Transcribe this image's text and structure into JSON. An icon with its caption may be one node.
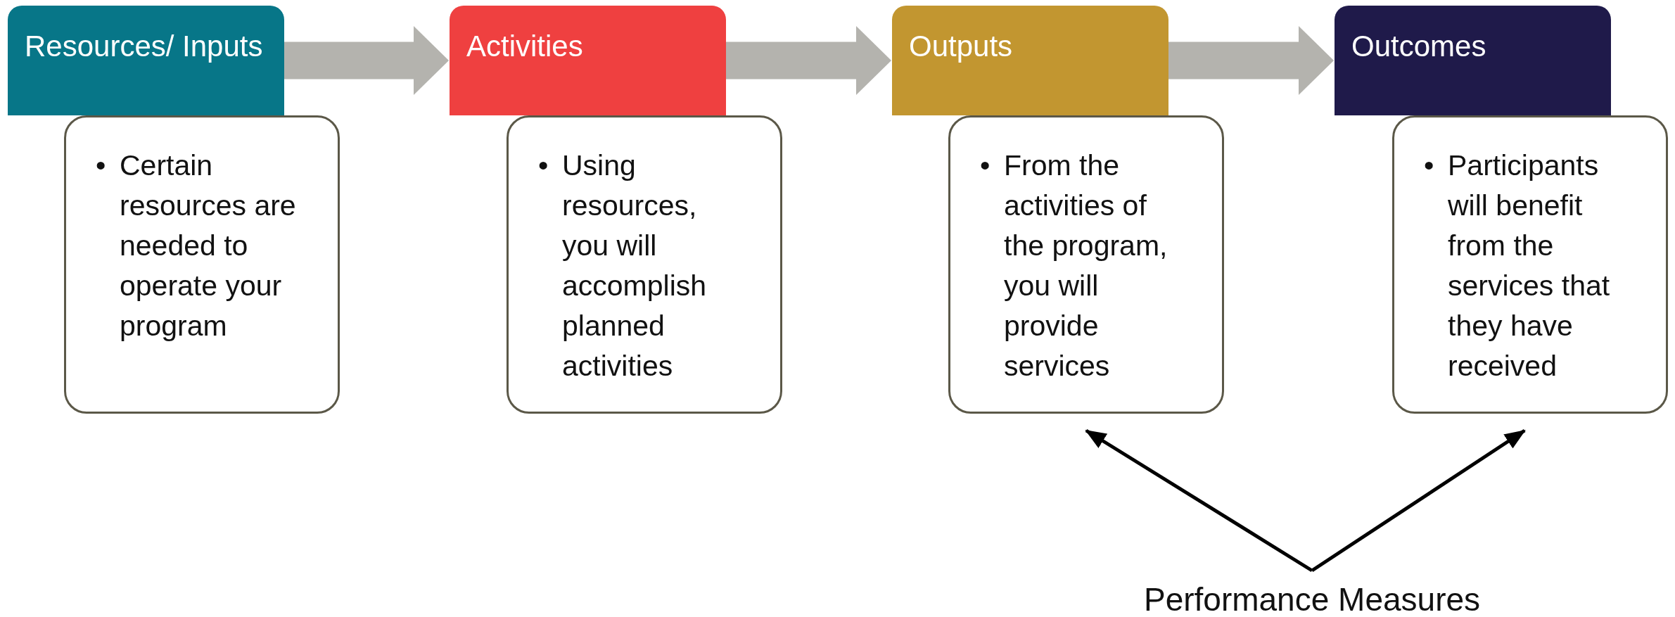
{
  "diagram": {
    "nodes": [
      {
        "text": [
          "Resources/ Inputs"
        ]
      },
      {
        "text": [
          "•",
          "Certain resources are needed to operate your program"
        ]
      },
      {
        "text": [
          "Activities"
        ]
      },
      {
        "text": [
          "•",
          "Using resources, you will accomplish planned activities"
        ]
      },
      {
        "text": [
          "Outputs"
        ]
      },
      {
        "text": [
          "•",
          "From the activities of the program, you will provide services"
        ]
      },
      {
        "text": [
          "Outcomes"
        ]
      },
      {
        "text": [
          "•",
          "Participants will benefit from the services that they have received"
        ]
      },
      {
        "text": [
          "Performance Measures"
        ]
      }
    ],
    "edges": [
      {
        "from": 0,
        "to": 2,
        "arrow": "to",
        "color": "#b4b3ae"
      },
      {
        "from": 2,
        "to": 4,
        "arrow": "to",
        "color": "#b4b3ae"
      },
      {
        "from": 4,
        "to": 6,
        "arrow": "to",
        "color": "#b4b3ae"
      },
      {
        "from": 8,
        "to": 5,
        "arrow": "to",
        "color": "#000000"
      },
      {
        "from": 8,
        "to": 7,
        "arrow": "to",
        "color": "#000000"
      }
    ]
  }
}
